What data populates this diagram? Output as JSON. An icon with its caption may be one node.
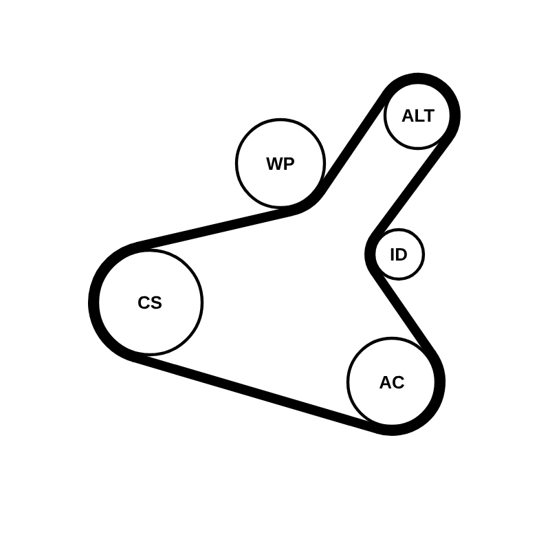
{
  "diagram": {
    "nodes": [
      {
        "text": [
          "ALT"
        ]
      },
      {
        "text": [
          "WP"
        ]
      },
      {
        "text": [
          "ID"
        ]
      },
      {
        "text": [
          "CS"
        ]
      },
      {
        "text": [
          "AC"
        ]
      }
    ],
    "edges": [
      {
        "from": 3,
        "to": 1,
        "arrow": "none"
      },
      {
        "from": 1,
        "to": 0,
        "arrow": "none"
      },
      {
        "from": 0,
        "to": 2,
        "arrow": "none"
      },
      {
        "from": 2,
        "to": 4,
        "arrow": "none"
      },
      {
        "from": 4,
        "to": 3,
        "arrow": "none"
      }
    ]
  }
}
